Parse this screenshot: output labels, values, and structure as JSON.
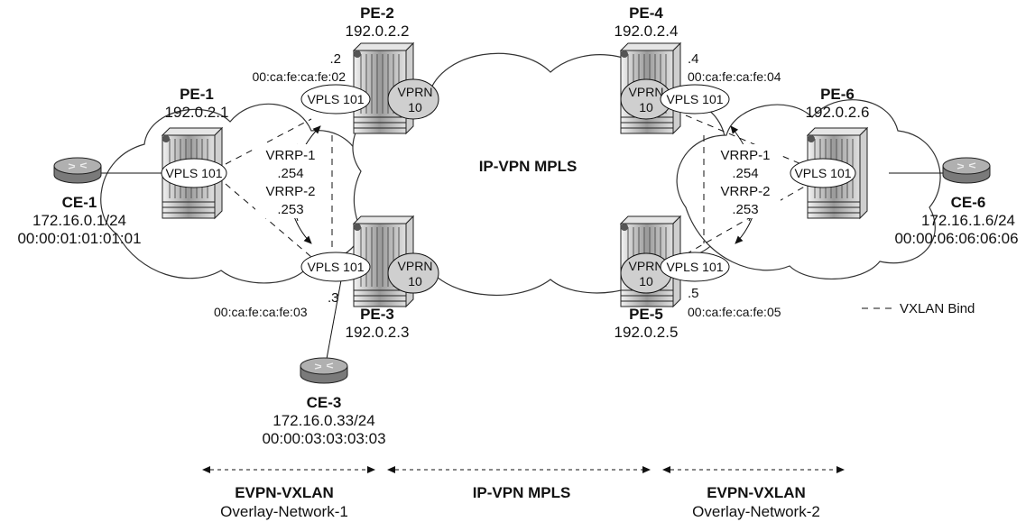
{
  "cloud_label": "IP-VPN MPLS",
  "devices": {
    "pe1": {
      "name": "PE-1",
      "ip": "192.0.2.1"
    },
    "pe2": {
      "name": "PE-2",
      "ip": "192.0.2.2",
      "suffix": ".2",
      "mac": "00:ca:fe:ca:fe:02"
    },
    "pe3": {
      "name": "PE-3",
      "ip": "192.0.2.3",
      "suffix": ".3",
      "mac": "00:ca:fe:ca:fe:03"
    },
    "pe4": {
      "name": "PE-4",
      "ip": "192.0.2.4",
      "suffix": ".4",
      "mac": "00:ca:fe:ca:fe:04"
    },
    "pe5": {
      "name": "PE-5",
      "ip": "192.0.2.5",
      "suffix": ".5",
      "mac": "00:ca:fe:ca:fe:05"
    },
    "pe6": {
      "name": "PE-6",
      "ip": "192.0.2.6"
    },
    "ce1": {
      "name": "CE-1",
      "ip": "172.16.0.1/24",
      "mac": "00:00:01:01:01:01"
    },
    "ce3": {
      "name": "CE-3",
      "ip": "172.16.0.33/24",
      "mac": "00:00:03:03:03:03"
    },
    "ce6": {
      "name": "CE-6",
      "ip": "172.16.1.6/24",
      "mac": "00:00:06:06:06:06"
    }
  },
  "services": {
    "vpls": "VPLS 101",
    "vprn": "VPRN",
    "vprn_id": "10"
  },
  "vrrp": {
    "left": {
      "vrrp1": "VRRP-1",
      "ip1": ".254",
      "vrrp2": "VRRP-2",
      "ip2": ".253"
    },
    "right": {
      "vrrp1": "VRRP-1",
      "ip1": ".254",
      "vrrp2": "VRRP-2",
      "ip2": ".253"
    }
  },
  "legend": {
    "vxlan_bind": "VXLAN Bind"
  },
  "domains": [
    {
      "title": "EVPN-VXLAN",
      "subtitle": "Overlay-Network-1"
    },
    {
      "title": "IP-VPN MPLS",
      "subtitle": ""
    },
    {
      "title": "EVPN-VXLAN",
      "subtitle": "Overlay-Network-2"
    }
  ]
}
